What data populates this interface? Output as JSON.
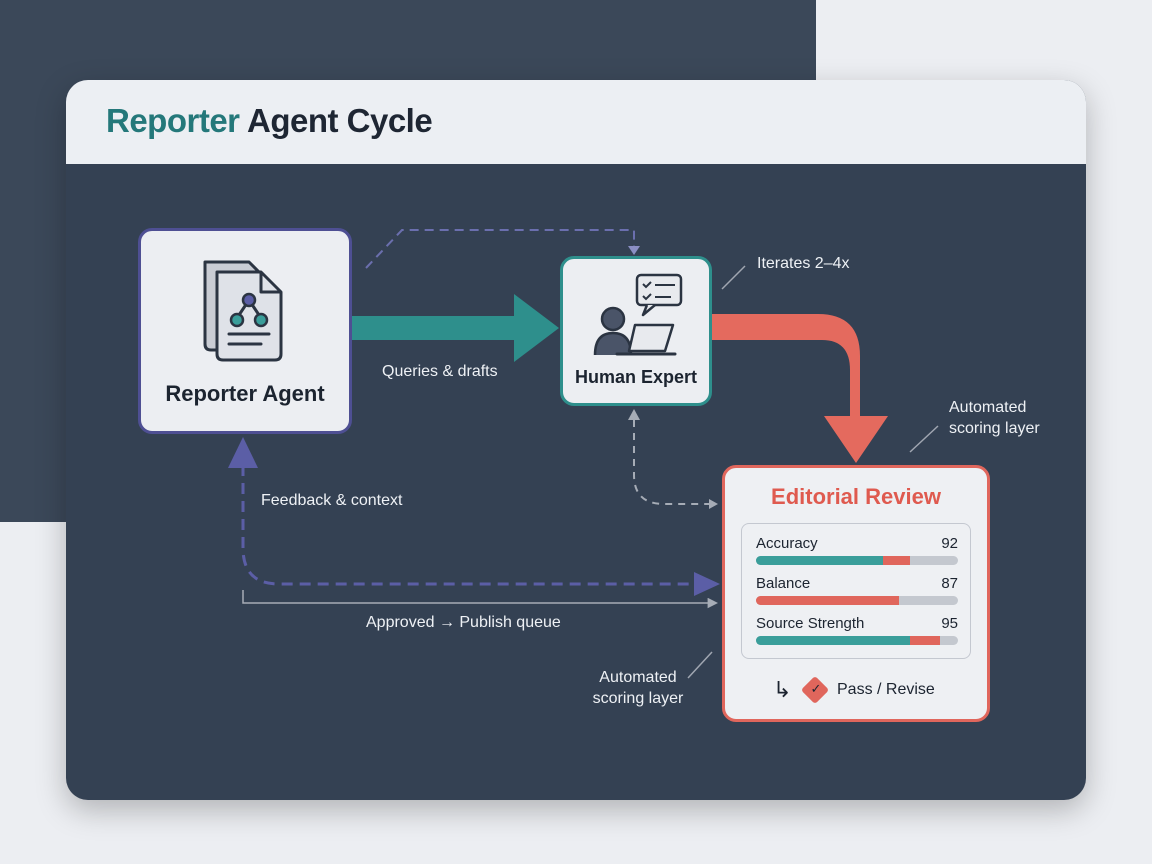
{
  "diagram": {
    "title_accent": "Reporter",
    "title_rest": "Agent Cycle",
    "nodes": {
      "reporter": {
        "label": "Reporter Agent",
        "icon": "document-network-icon"
      },
      "human": {
        "label": "Human Expert",
        "icon": "person-laptop-chat-icon"
      },
      "review": {
        "title": "Editorial Review",
        "metrics": [
          {
            "name": "Accuracy",
            "score": "92",
            "segments": [
              {
                "color": "#3a9e9a",
                "fraction": 0.63
              },
              {
                "color": "#e0665c",
                "fraction": 0.13
              }
            ]
          },
          {
            "name": "Balance",
            "score": "87",
            "segments": [
              {
                "color": "#e0665c",
                "fraction": 0.71
              }
            ]
          },
          {
            "name": "Source Strength",
            "score": "95",
            "segments": [
              {
                "color": "#3a9e9a",
                "fraction": 0.76
              },
              {
                "color": "#e0665c",
                "fraction": 0.15
              }
            ]
          }
        ],
        "outcome_arrow": "↳",
        "outcome_check": "✓",
        "outcome_label": "Pass / Revise"
      }
    },
    "edge_labels": {
      "queries": "Queries & drafts",
      "iterates": "Iterates 2–4x",
      "automated_right": "Automated scoring layer",
      "feedback": "Feedback & context",
      "approved": "Approved → Publish queue",
      "automated_left": "Automated scoring layer"
    },
    "colors": {
      "teal": "#2e8f8c",
      "coral": "#e0665c",
      "indigo": "#5b5ea6",
      "card_background": "#344153",
      "header_background": "#eceff3"
    }
  }
}
